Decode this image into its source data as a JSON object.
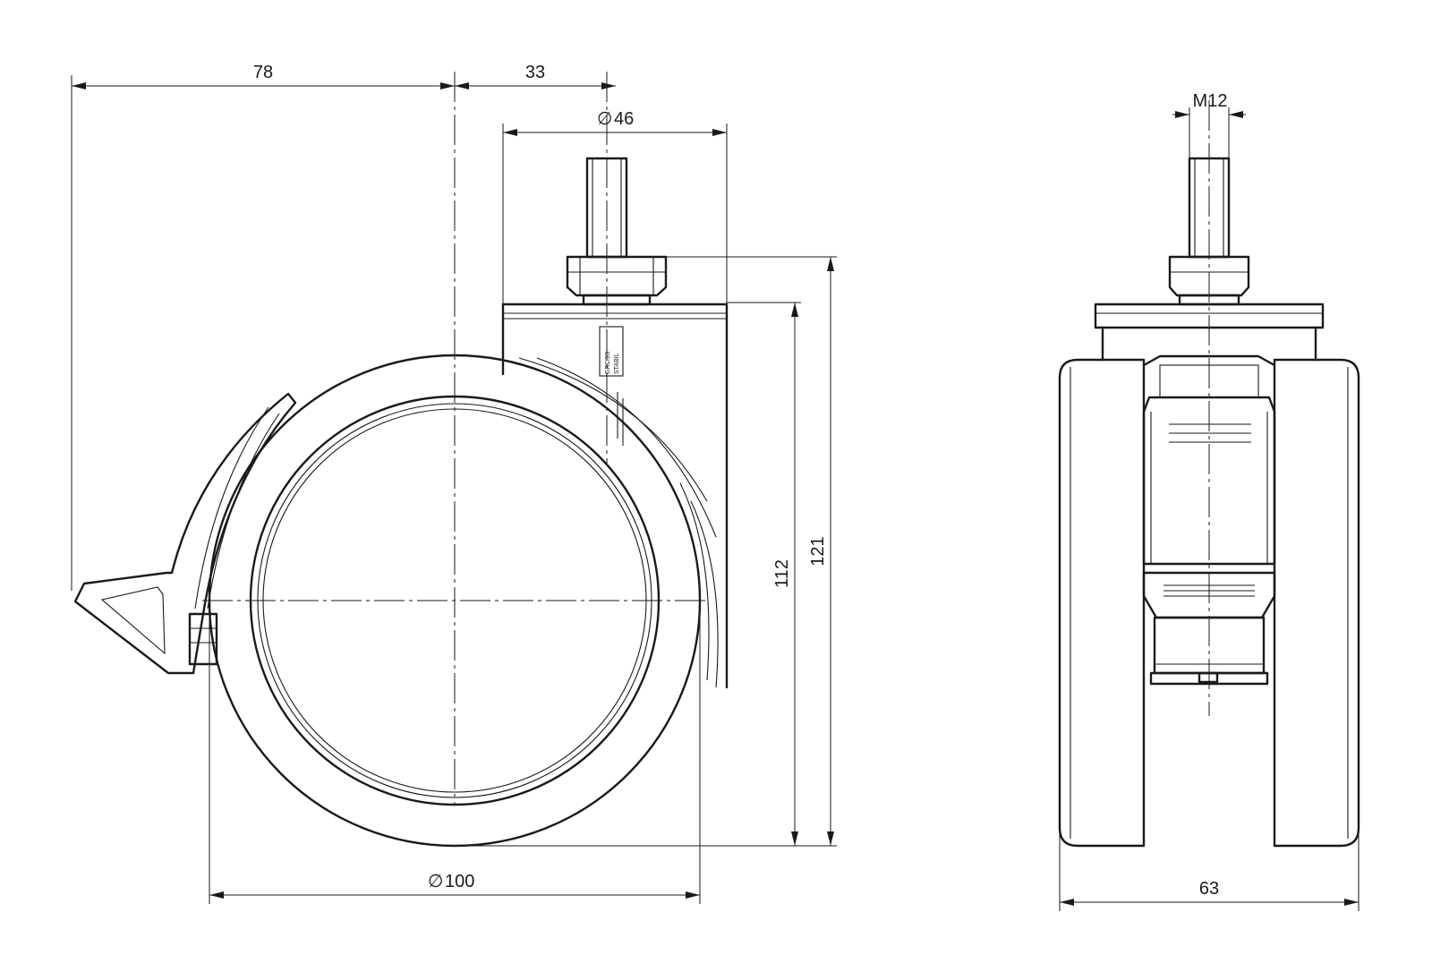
{
  "dimensions": {
    "brake_offset": "78",
    "stem_offset": "33",
    "housing_diameter": "46",
    "stem_thread": "M12",
    "height_total": "121",
    "height_to_plate": "112",
    "wheel_diameter": "100",
    "width": "63"
  },
  "symbols": {
    "diameter": "∅"
  },
  "logo": {
    "line1": "GROSS",
    "line2": "STABIL"
  }
}
